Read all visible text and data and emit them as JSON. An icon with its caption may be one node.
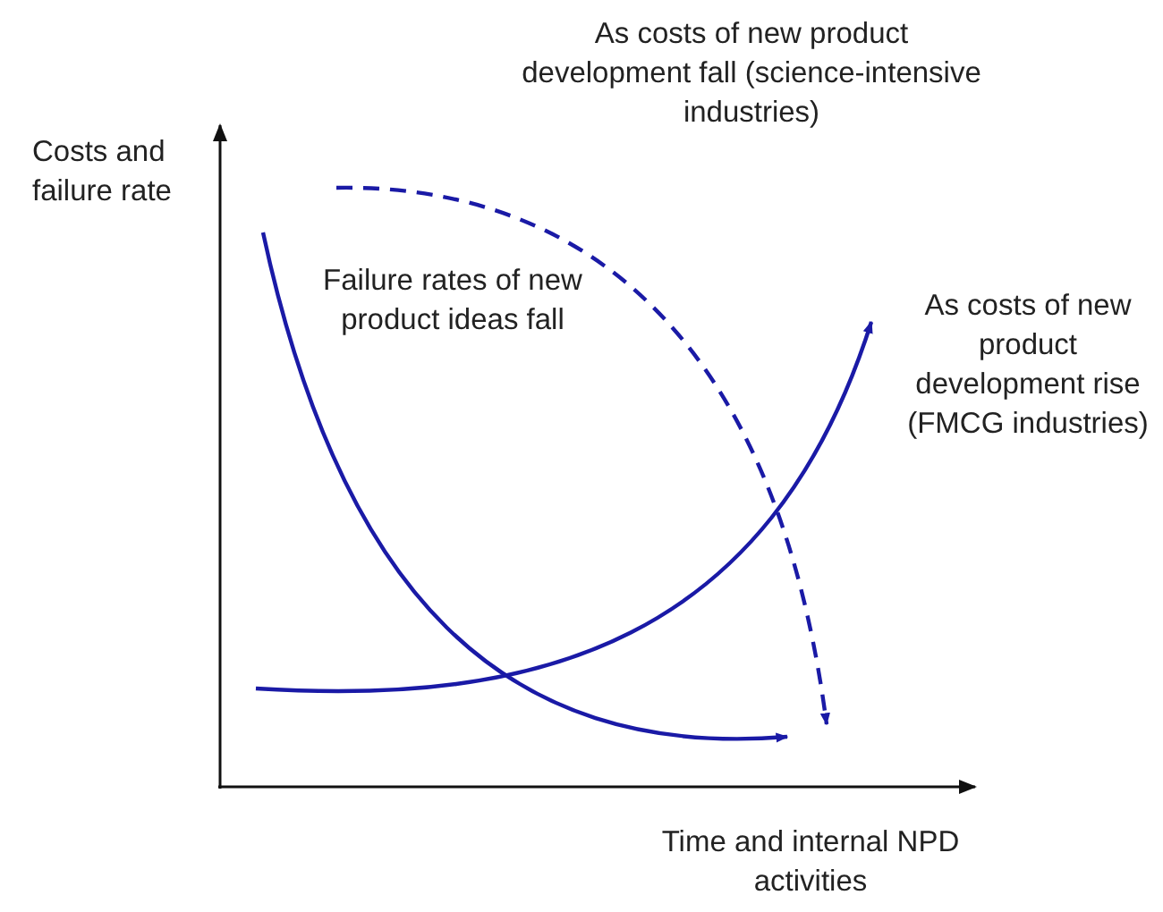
{
  "diagram": {
    "labels": [
      "As costs of new product development fall (science-intensive industries)",
      "Costs and failure rate",
      "Failure rates of new product ideas fall",
      "As costs of new product development rise (FMCG industries)",
      "Time and internal NPD activities"
    ]
  }
}
